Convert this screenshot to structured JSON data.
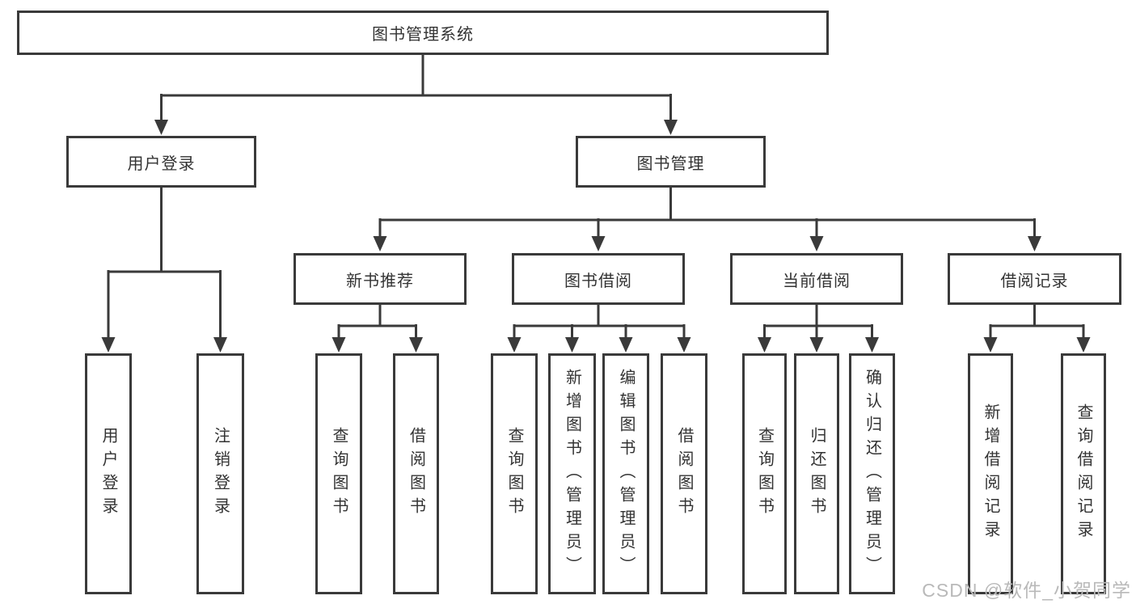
{
  "diagram": {
    "title": "图书管理系统",
    "colors": {
      "line": "#3a3a3a",
      "text": "#333333",
      "box_background": "#ffffff",
      "watermark": "#b9b9b9"
    },
    "root": {
      "label": "图书管理系统"
    },
    "level2": [
      {
        "label": "用户登录"
      },
      {
        "label": "图书管理"
      }
    ],
    "level3": [
      {
        "label": "新书推荐",
        "parent": "图书管理"
      },
      {
        "label": "图书借阅",
        "parent": "图书管理"
      },
      {
        "label": "当前借阅",
        "parent": "图书管理"
      },
      {
        "label": "借阅记录",
        "parent": "图书管理"
      }
    ],
    "leaves": [
      {
        "label": "用户登录",
        "parent": "用户登录"
      },
      {
        "label": "注销登录",
        "parent": "用户登录"
      },
      {
        "label": "查询图书",
        "parent": "新书推荐"
      },
      {
        "label": "借阅图书",
        "parent": "新书推荐"
      },
      {
        "label": "查询图书",
        "parent": "图书借阅"
      },
      {
        "label": "新增图书（管理员）",
        "parent": "图书借阅"
      },
      {
        "label": "编辑图书（管理员）",
        "parent": "图书借阅"
      },
      {
        "label": "借阅图书",
        "parent": "图书借阅"
      },
      {
        "label": "查询图书",
        "parent": "当前借阅"
      },
      {
        "label": "归还图书",
        "parent": "当前借阅"
      },
      {
        "label": "确认归还（管理员）",
        "parent": "当前借阅"
      },
      {
        "label": "新增借阅记录",
        "parent": "借阅记录"
      },
      {
        "label": "查询借阅记录",
        "parent": "借阅记录"
      }
    ],
    "watermark": "CSDN @软件_小贺同学"
  }
}
